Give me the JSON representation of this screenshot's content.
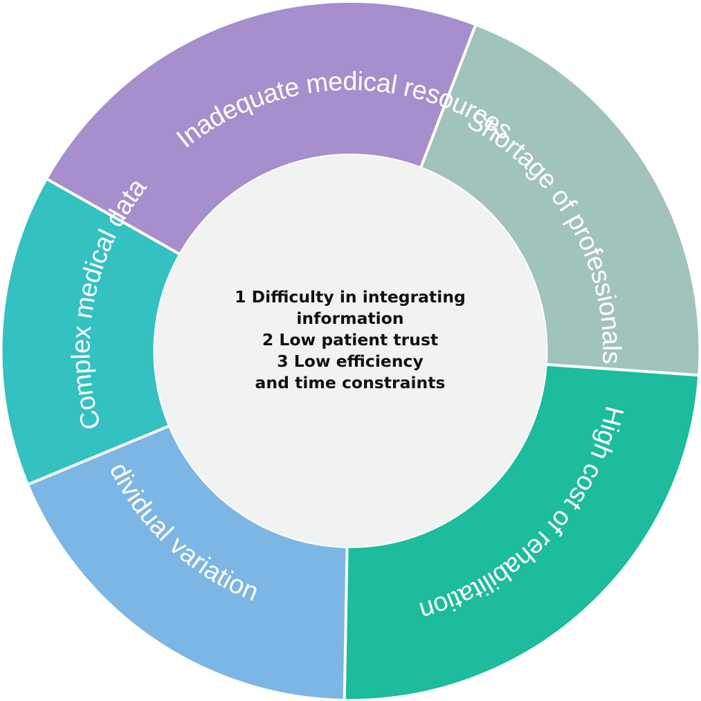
{
  "ring": {
    "segments": [
      {
        "label": "Inadequate medical resources",
        "color": "#A78ECD"
      },
      {
        "label": "Shortage of professionals",
        "color": "#A0C3BC"
      },
      {
        "label": "High cost of rehabilitation",
        "color": "#1CBC9C"
      },
      {
        "label": "Individual variations",
        "color": "#7CB6E4"
      },
      {
        "label": "Complex medical data",
        "color": "#33C1C2"
      }
    ]
  },
  "center": {
    "color": "#F0F3F2",
    "lines": [
      "1 Difficulty in integrating",
      "information",
      "2 Low patient trust",
      "3 Low efficiency",
      "and time constraints"
    ]
  }
}
